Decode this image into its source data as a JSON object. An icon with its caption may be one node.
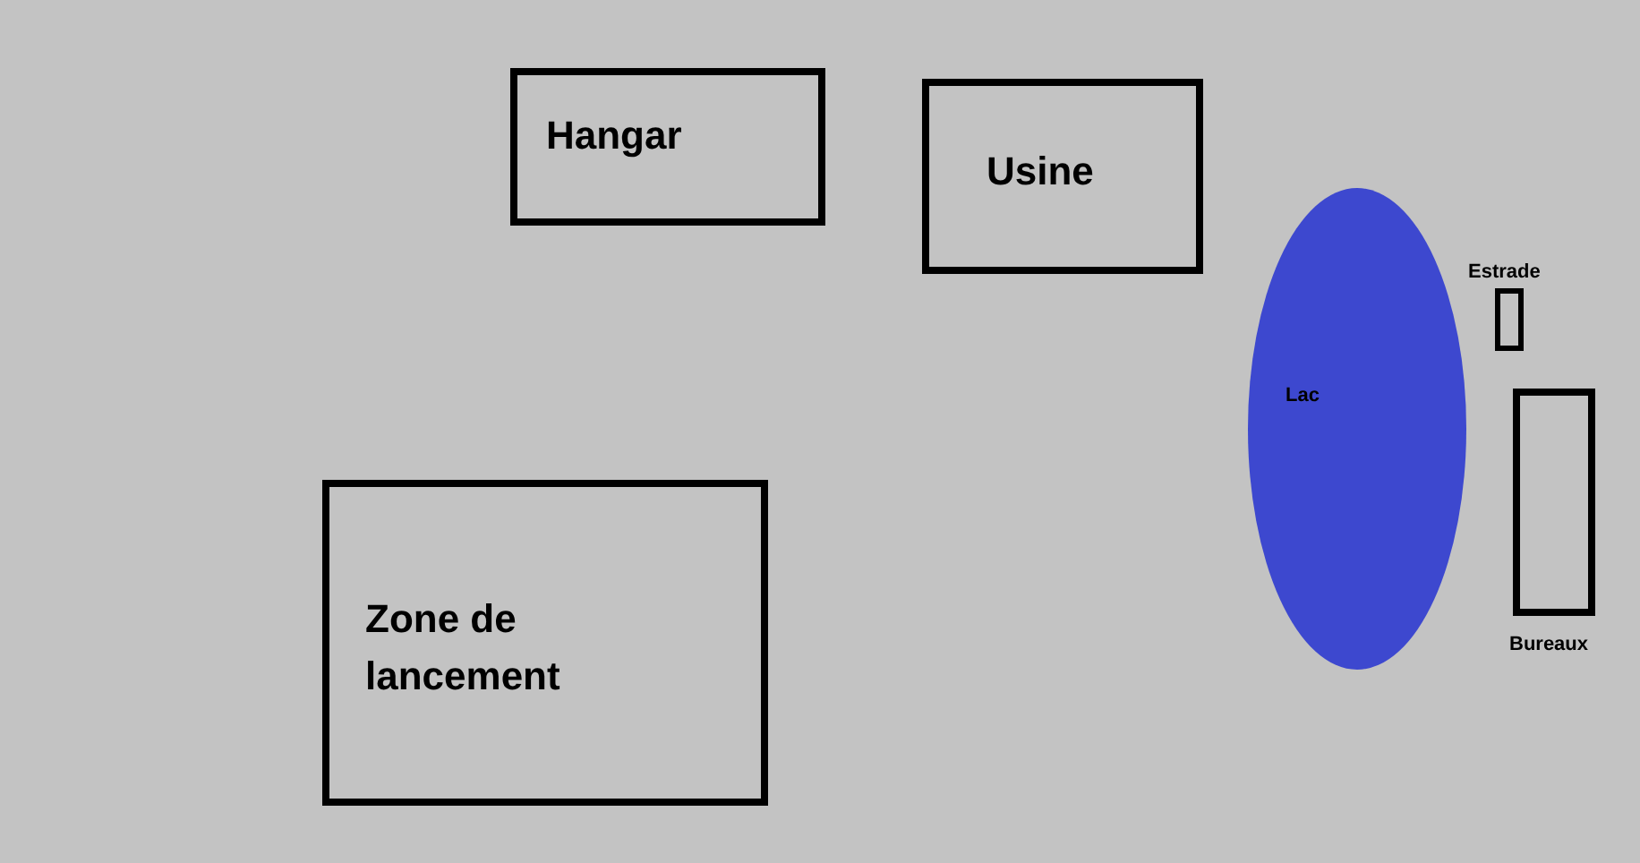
{
  "diagram": {
    "nodes": [
      {
        "text": [
          "Hangar"
        ]
      },
      {
        "text": [
          "Usine"
        ]
      },
      {
        "text": [
          "Lac"
        ]
      },
      {
        "text": [
          "Estrade"
        ]
      },
      {
        "text": [
          "Bureaux"
        ]
      },
      {
        "text": [
          "Zone de lancement"
        ]
      }
    ]
  }
}
